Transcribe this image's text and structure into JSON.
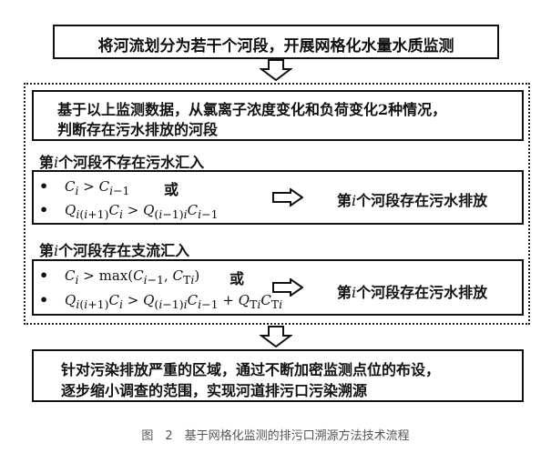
{
  "step1": "将河流划分为若干个河段，开展网格化水量水质监测",
  "step2_line1": "基于以上监测数据，从氯离子浓度变化和负荷变化2种情况，",
  "step2_line2": "判断存在污水排放的河段",
  "case1": {
    "heading_pre": "第",
    "heading_var": "i",
    "heading_post": "个河段不存在污水汇入",
    "cond1": "C_i > C_{i−1}",
    "or": "或",
    "cond2": "Q_{i(i+1)}C_i > Q_{(i−1)i}C_{i−1}",
    "result_pre": "第",
    "result_var": "i",
    "result_post": "个河段存在污水排放"
  },
  "case2": {
    "heading_pre": "第",
    "heading_var": "i",
    "heading_post": "个河段存在支流汇入",
    "cond1": "C_i > max(C_{i−1}, C_{Ti})",
    "or": "或",
    "cond2": "Q_{i(i+1)}C_i > Q_{(i−1)i}C_{i−1} + Q_{Ti}C_{Ti}",
    "result_pre": "第",
    "result_var": "i",
    "result_post": "个河段存在污水排放"
  },
  "step3_line1": "针对污染排放严重的区域，通过不断加密监测点位的布设，",
  "step3_line2": "逐步缩小调查的范围，实现河道排污口污染溯源",
  "caption": "图　2　基于网格化监测的排污口溯源方法技术流程"
}
